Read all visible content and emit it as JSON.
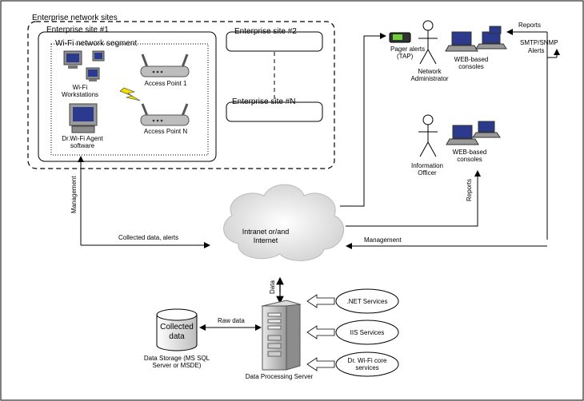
{
  "labels": {
    "enterprise_sites": "Enterprise network sites",
    "site1": "Enterprise site #1",
    "wifi_segment": "Wi-Fi network segment",
    "site2": "Enterprise site #2",
    "siteN": "Enterprise site #N",
    "workstations_l1": "Wi-Fi",
    "workstations_l2": "Workstations",
    "ap1": "Access Point 1",
    "apN": "Access Point N",
    "agent_l1": "Dr.Wi-Fi Agent",
    "agent_l2": "software",
    "pager_l1": "Pager alerts",
    "pager_l2": "(TAP)",
    "admin_l1": "Network",
    "admin_l2": "Administrator",
    "web1_l1": "WEB-based",
    "web1_l2": "consoles",
    "reports_top": "Reports",
    "smtp_l1": "SMTP/SNMP",
    "smtp_l2": "Alerts",
    "officer_l1": "Information",
    "officer_l2": "Officer",
    "web2_l1": "WEB-based",
    "web2_l2": "consoles",
    "reports_side": "Reports",
    "management_left": "Management",
    "collected_alerts": "Collected data, alerts",
    "internet_l1": "Intranet or/and",
    "internet_l2": "Internet",
    "management_right": "Management",
    "data_arrow": "Data",
    "collected_l1": "Collected",
    "collected_l2": "data",
    "raw_data": "Raw data",
    "storage_l1": "Data Storage (MS SQL",
    "storage_l2": "Server or MSDE)",
    "server_label": "Data Processing Server",
    "net_services": ".NET Services",
    "iis_services": "IIS Services",
    "core_l1": "Dr. Wi-Fi core",
    "core_l2": "services"
  },
  "colors": {
    "lines": "#000000",
    "device_gray": "#8c8c8c",
    "screen_blue": "#2b3a8c",
    "lightning": "#f2e100",
    "cloud": "#d9d9d9"
  }
}
